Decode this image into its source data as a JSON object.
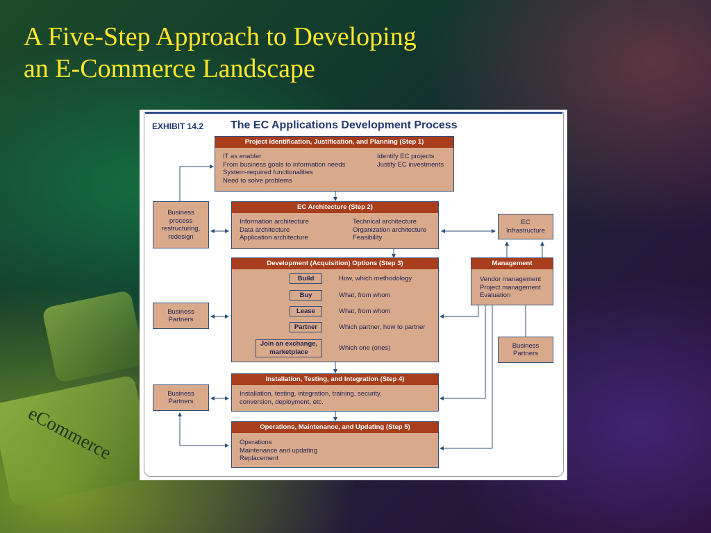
{
  "slide": {
    "title_line1": "A Five-Step Approach to Developing",
    "title_line2": "an E-Commerce Landscape",
    "background_text": "eCommerce"
  },
  "exhibit": {
    "number": "EXHIBIT 14.2",
    "title": "The EC Applications Development Process"
  },
  "step1": {
    "heading": "Project Identification, Justification, and Planning (Step 1)",
    "left": [
      "IT as enabler",
      "From business goals to information needs",
      "System-required functionalities",
      "Need to solve problems"
    ],
    "right": [
      "Identify EC projects",
      "Justify EC investments"
    ]
  },
  "step2": {
    "heading": "EC Architecture (Step 2)",
    "left": [
      "Information architecture",
      "Data architecture",
      "Application architecture"
    ],
    "right": [
      "Technical architecture",
      "Organization architecture",
      "Feasibility"
    ]
  },
  "step3": {
    "heading": "Development (Acquisition) Options (Step 3)",
    "options": [
      {
        "label": "Build",
        "desc": "How, which methodology"
      },
      {
        "label": "Buy",
        "desc": "What, from whom"
      },
      {
        "label": "Lease",
        "desc": "What, from whom"
      },
      {
        "label": "Partner",
        "desc": "Which partner, how to partner"
      },
      {
        "label": "Join an exchange, marketplace",
        "line1": "Join an exchange,",
        "line2": "marketplace",
        "desc": "Which one (ones)"
      }
    ]
  },
  "step4": {
    "heading": "Installation, Testing, and Integration (Step 4)",
    "lines": [
      "Installation, testing, integration, training, security,",
      "conversion, deployment, etc."
    ]
  },
  "step5": {
    "heading": "Operations, Maintenance, and Updating (Step 5)",
    "lines": [
      "Operations",
      "Maintenance and updating",
      "Replacement"
    ]
  },
  "management": {
    "heading": "Management",
    "lines": [
      "Vendor management",
      "Project management",
      "Evaluation"
    ]
  },
  "side_boxes": {
    "bpr": [
      "Business",
      "process",
      "restructuring,",
      "redesign"
    ],
    "ec_infra": [
      "EC",
      "Infrastructure"
    ],
    "partners_left_1": [
      "Business",
      "Partners"
    ],
    "partners_left_2": [
      "Business",
      "Partners"
    ],
    "partners_right": [
      "Business",
      "Partners"
    ]
  },
  "colors": {
    "title": "#ffe82a",
    "box_fill": "#d9a98c",
    "box_header": "#a83e1c",
    "border": "#2f4f7a",
    "exhibit_title": "#243a73"
  }
}
